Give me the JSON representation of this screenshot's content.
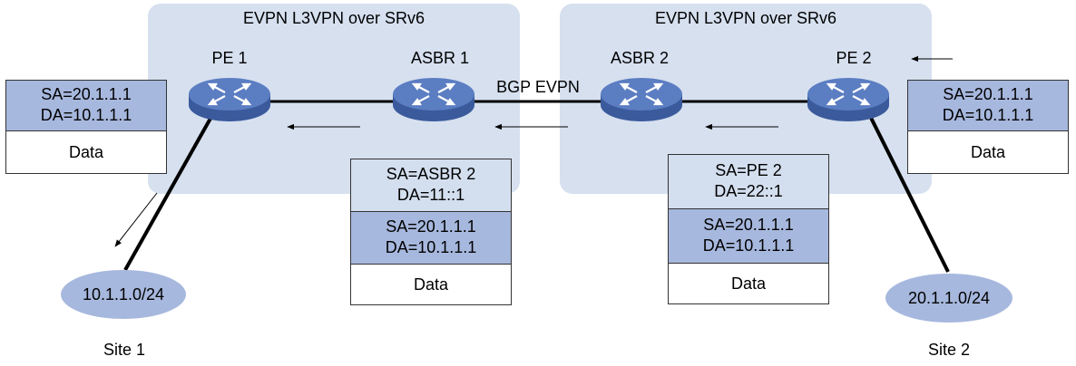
{
  "domains": [
    {
      "title": "EVPN L3VPN over SRv6"
    },
    {
      "title": "EVPN L3VPN over SRv6"
    }
  ],
  "devices": {
    "pe1": "PE 1",
    "asbr1": "ASBR 1",
    "asbr2": "ASBR 2",
    "pe2": "PE 2"
  },
  "link_label": "BGP EVPN",
  "sites": {
    "site1": {
      "prefix": "10.1.1.0/24",
      "name": "Site 1"
    },
    "site2": {
      "prefix": "20.1.1.0/24",
      "name": "Site 2"
    }
  },
  "packets": {
    "left": {
      "inner": [
        "SA=20.1.1.1",
        "DA=10.1.1.1"
      ],
      "data": "Data"
    },
    "mid_left": {
      "outer": [
        "SA=ASBR 2",
        "DA=11::1"
      ],
      "inner": [
        "SA=20.1.1.1",
        "DA=10.1.1.1"
      ],
      "data": "Data"
    },
    "mid_right": {
      "outer": [
        "SA=PE 2",
        "DA=22::1"
      ],
      "inner": [
        "SA=20.1.1.1",
        "DA=10.1.1.1"
      ],
      "data": "Data"
    },
    "right": {
      "inner": [
        "SA=20.1.1.1",
        "DA=10.1.1.1"
      ],
      "data": "Data"
    }
  },
  "colors": {
    "domain_fill": "#d6e0ef",
    "router_fill": "#4e6fb4",
    "inner_header_fill": "#a7b8de",
    "outer_header_fill": "#d3deee"
  }
}
